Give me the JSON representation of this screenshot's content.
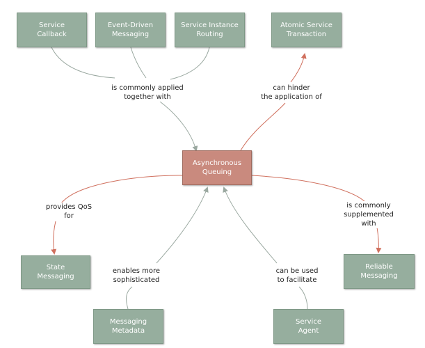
{
  "colors": {
    "node_fill": "#96ae9e",
    "central_fill": "#c98a7e",
    "connector_gray": "#9aa8a0",
    "connector_red": "#d0705e",
    "text_light": "#ffffff",
    "label_text": "#222222"
  },
  "nodes": {
    "service_callback": "Service\nCallback",
    "event_driven_messaging": "Event-Driven\nMessaging",
    "service_instance_routing": "Service Instance\nRouting",
    "atomic_service_transaction": "Atomic Service\nTransaction",
    "asynchronous_queuing": "Asynchronous\nQueuing",
    "state_messaging": "State\nMessaging",
    "reliable_messaging": "Reliable\nMessaging",
    "messaging_metadata": "Messaging\nMetadata",
    "service_agent": "Service\nAgent"
  },
  "relations": {
    "commonly_applied": "is commonly applied\ntogether with",
    "can_hinder": "can hinder\nthe application of",
    "provides_qos": "provides QoS\nfor",
    "commonly_supplemented": "is commonly\nsupplemented with",
    "enables_more": "enables more\nsophisticated",
    "can_be_used": "can be used\nto facilitate"
  }
}
